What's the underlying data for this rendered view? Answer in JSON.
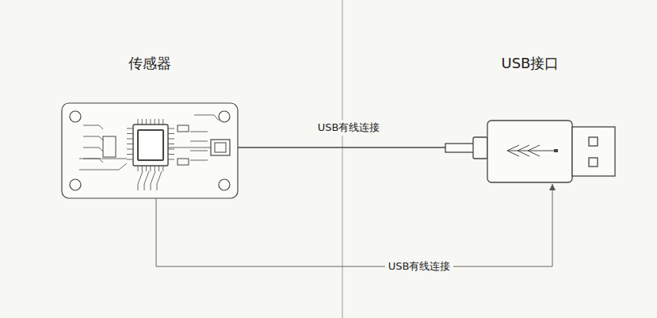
{
  "diagram": {
    "nodes": [
      {
        "text": [
          "传感器"
        ]
      },
      {
        "text": [
          "USB接口"
        ]
      }
    ],
    "edges": [
      {
        "from": 0,
        "to": 1,
        "arrow": "none",
        "label": "USB有线连接"
      },
      {
        "from": 0,
        "to": 1,
        "arrow": "to",
        "label": "USB有线连接"
      }
    ]
  }
}
